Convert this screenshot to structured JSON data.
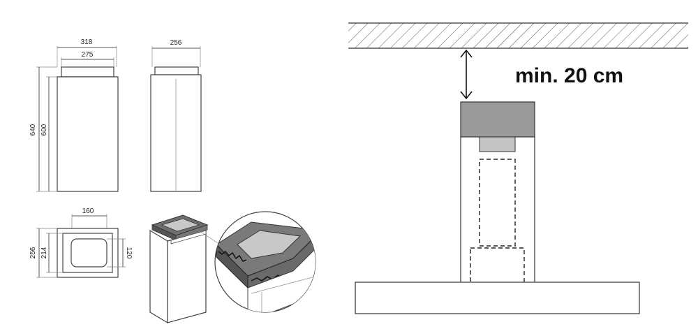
{
  "top_left": {
    "width_outer": "318",
    "width_inner": "275",
    "height_outer": "640",
    "height_inner": "600"
  },
  "top_middle": {
    "depth": "256"
  },
  "bottom_left": {
    "width": "160",
    "depth_outer": "256",
    "depth_inner": "214",
    "height": "120"
  },
  "right": {
    "clearance_label": "min. 20 cm"
  },
  "colors": {
    "hood_grey": "#9a9a9a",
    "filter_grey": "#c4c4c4",
    "lid_grey": "#6e6e6e"
  }
}
